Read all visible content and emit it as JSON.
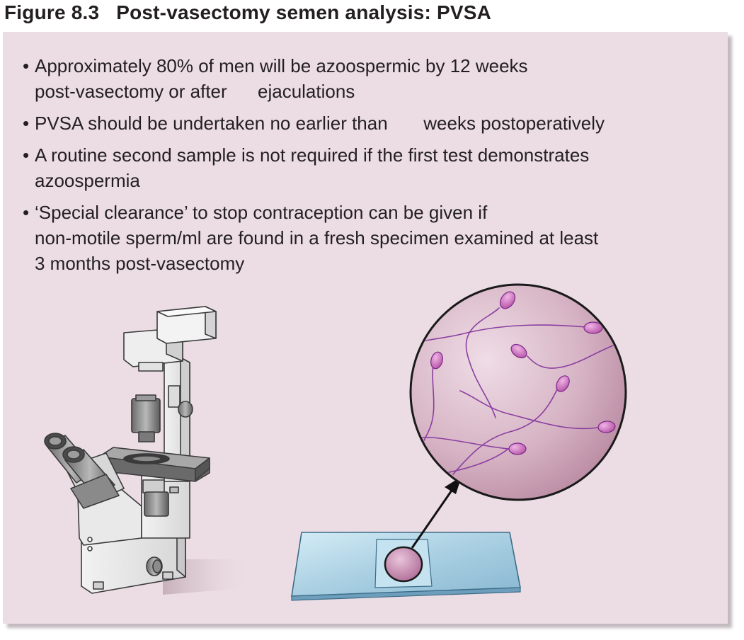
{
  "figure": {
    "title": "Figure 8.3   Post-vasectomy semen analysis: PVSA"
  },
  "bullets": [
    {
      "lines": [
        "Approximately 80% of men will be azoospermic by 12 weeks",
        "post-vasectomy or after      ejaculations"
      ]
    },
    {
      "lines": [
        "PVSA should be undertaken no earlier than       weeks postoperatively"
      ]
    },
    {
      "lines": [
        "A routine second sample is not required if the first test demonstrates",
        "azoospermia"
      ]
    },
    {
      "lines": [
        "‘Special clearance’ to stop contraception can be given if",
        "non-motile sperm/ml are found in a fresh specimen examined at least",
        "3 months post-vasectomy"
      ]
    }
  ],
  "colors": {
    "panel": "#ecdde4",
    "sperm": "#8a3fa0",
    "magnifier": "#c99fb4",
    "slide": "#a9cde0"
  },
  "icons": [
    "microscope-icon",
    "magnified-sperm-view",
    "glass-slide-icon",
    "pointer-arrow"
  ]
}
